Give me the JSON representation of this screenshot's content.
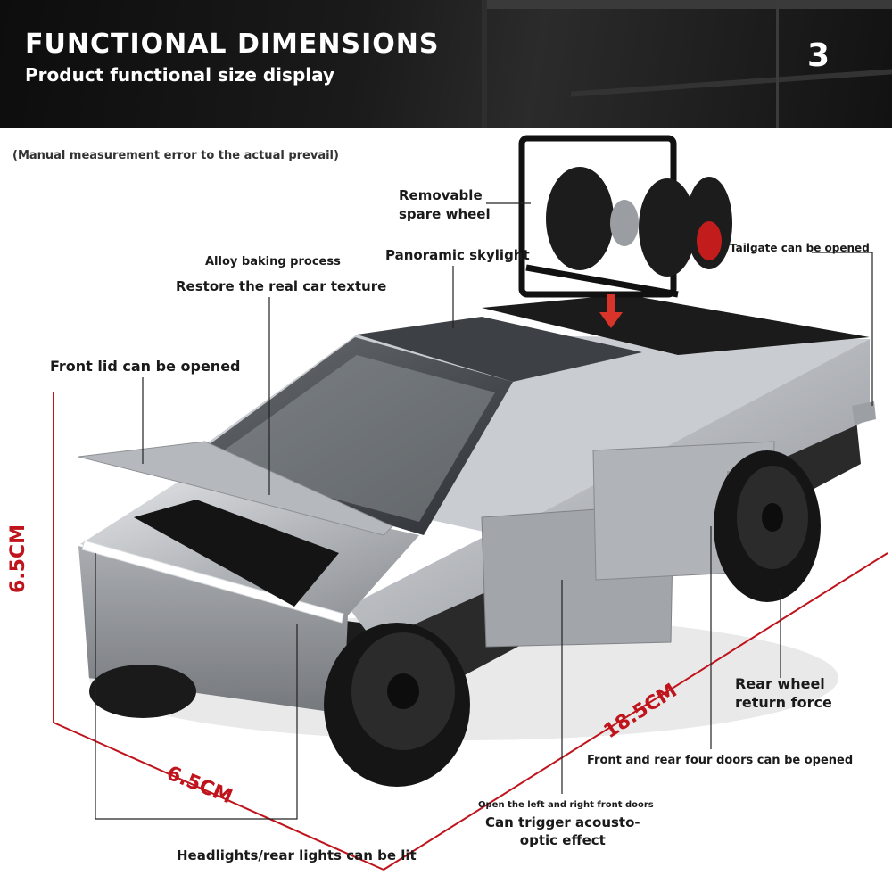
{
  "banner": {
    "title": "FUNCTIONAL DIMENSIONS",
    "subtitle": "Product functional size display",
    "page_number": "3"
  },
  "note": "(Manual measurement error to the actual prevail)",
  "callouts": {
    "removable_spare_wheel": "Removable\nspare wheel",
    "panoramic_skylight": "Panoramic skylight",
    "tailgate": "Tailgate can be opened",
    "alloy_baking": "Alloy baking process",
    "restore_texture": "Restore the real car texture",
    "front_lid": "Front lid can be opened",
    "rear_wheel": "Rear wheel\nreturn force",
    "four_doors": "Front and rear four doors can be opened",
    "front_doors_small": "Open the left and right front doors",
    "acousto_optic": "Can trigger acousto-\noptic effect",
    "lights": "Headlights/rear lights can be lit"
  },
  "dimensions": {
    "height": "6.5CM",
    "width": "6.5CM",
    "length": "18.5CM"
  },
  "colors": {
    "accent": "#c0141d",
    "banner_bg": "#151515",
    "body_silver": "#b9bcc0"
  },
  "icons": {
    "arrow": "down-arrow-icon"
  }
}
